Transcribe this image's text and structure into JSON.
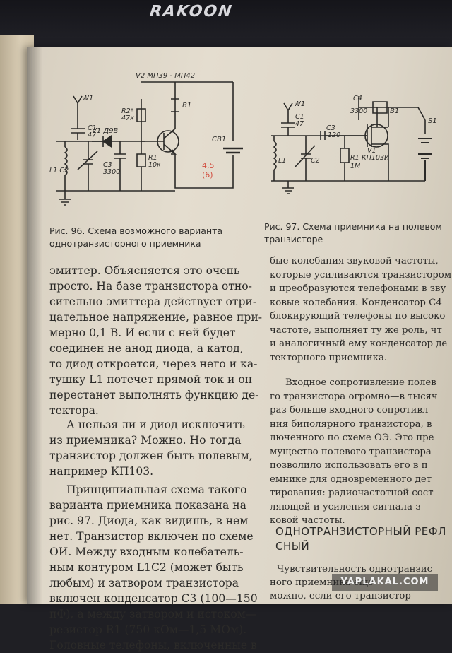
{
  "brand": "RAKOON",
  "fig96": {
    "labels": {
      "v2": "V2 МП39 - МП42",
      "w1": "W1",
      "c1": "C1",
      "c1v": "47",
      "r2": "R2*",
      "r2v": "47к",
      "b1": "B1",
      "v1": "V1 Д9В",
      "cb1": "CB1",
      "c3": "C3",
      "c3v": "3300",
      "r1": "R1",
      "r1v": "10к",
      "l1c2": "L1 C2"
    },
    "handwritten": [
      "4,5",
      "(6)"
    ],
    "caption": [
      "Рис. 96. Схема возможного варианта",
      "однотранзисторного приемника"
    ]
  },
  "fig97": {
    "labels": {
      "w1": "W1",
      "c4": "C4",
      "c4v": "3300",
      "b1": "B1",
      "s1": "S1",
      "c1": "C1",
      "c1v": "47",
      "c3": "C3",
      "c3v": "120",
      "v1": "V1",
      "v1t": "КП103И",
      "l1": "L1",
      "c2": "C2",
      "r1": "R1",
      "r1v": "1M"
    },
    "caption": [
      "Рис. 97. Схема приемника на полевом",
      "транзисторе"
    ]
  },
  "left_column": [
    "эмиттер. Объясняется это  очень",
    "просто. На базе транзистора отно-",
    "сительно эмиттера действует отри-",
    "цательное напряжение, равное при-",
    "мерно 0,1 В. И если с ней будет",
    "соединен не анод диода, а катод,",
    "то диод откроется, через него и ка-",
    "тушку L1 потечет прямой ток и он",
    "перестанет выполнять функцию де-",
    "тектора.",
    "А нельзя ли и диод исключить",
    "из приемника? Можно. Но тогда",
    "транзистор должен быть полевым,",
    "например КП103.",
    "Принципиальная схема такого",
    "варианта приемника показана на",
    "рис. 97. Диода, как видишь, в нем",
    "нет. Транзистор включен по схеме",
    "ОИ. Между входным колебатель-",
    "ным контуром L1C2 (может быть",
    "любым) и затвором транзистора",
    "включен конденсатор С3 (100—150",
    "пФ), а между затвором и истоком—",
    "резистор R1 (750 кОм—1,5 МОм).",
    "Головные телефоны, включенные в"
  ],
  "right_column": [
    "бые колебания звуковой частоты,",
    "которые усиливаются транзистором",
    "и преобразуются телефонами в зву",
    "ковые колебания. Конденсатор С4",
    "блокирующий телефоны по высоко",
    "частоте, выполняет ту же роль, чт",
    "и аналогичный ему конденсатор де",
    "текторного приемника.",
    "Входное сопротивление полев",
    "го транзистора огромно—в тысяч",
    "раз больше входного сопротивл",
    "ния биполярного транзистора, в",
    "люченного по схеме ОЭ. Это пре",
    "мущество полевого транзистора",
    "позволило использовать его в п",
    "емнике для одновременного дет",
    "тирования: радиочастотной сост",
    "ляющей и усиления сигнала з",
    "ковой частоты."
  ],
  "heading": [
    "ОДНОТРАНЗИСТОРНЫЙ РЕФЛ",
    "СНЫЙ"
  ],
  "bottom_right": [
    "Чувствительность однотранзис",
    "ного приемника еще",
    "можно, если его транзистор"
  ],
  "watermark": "YAPLAKAL.COM"
}
